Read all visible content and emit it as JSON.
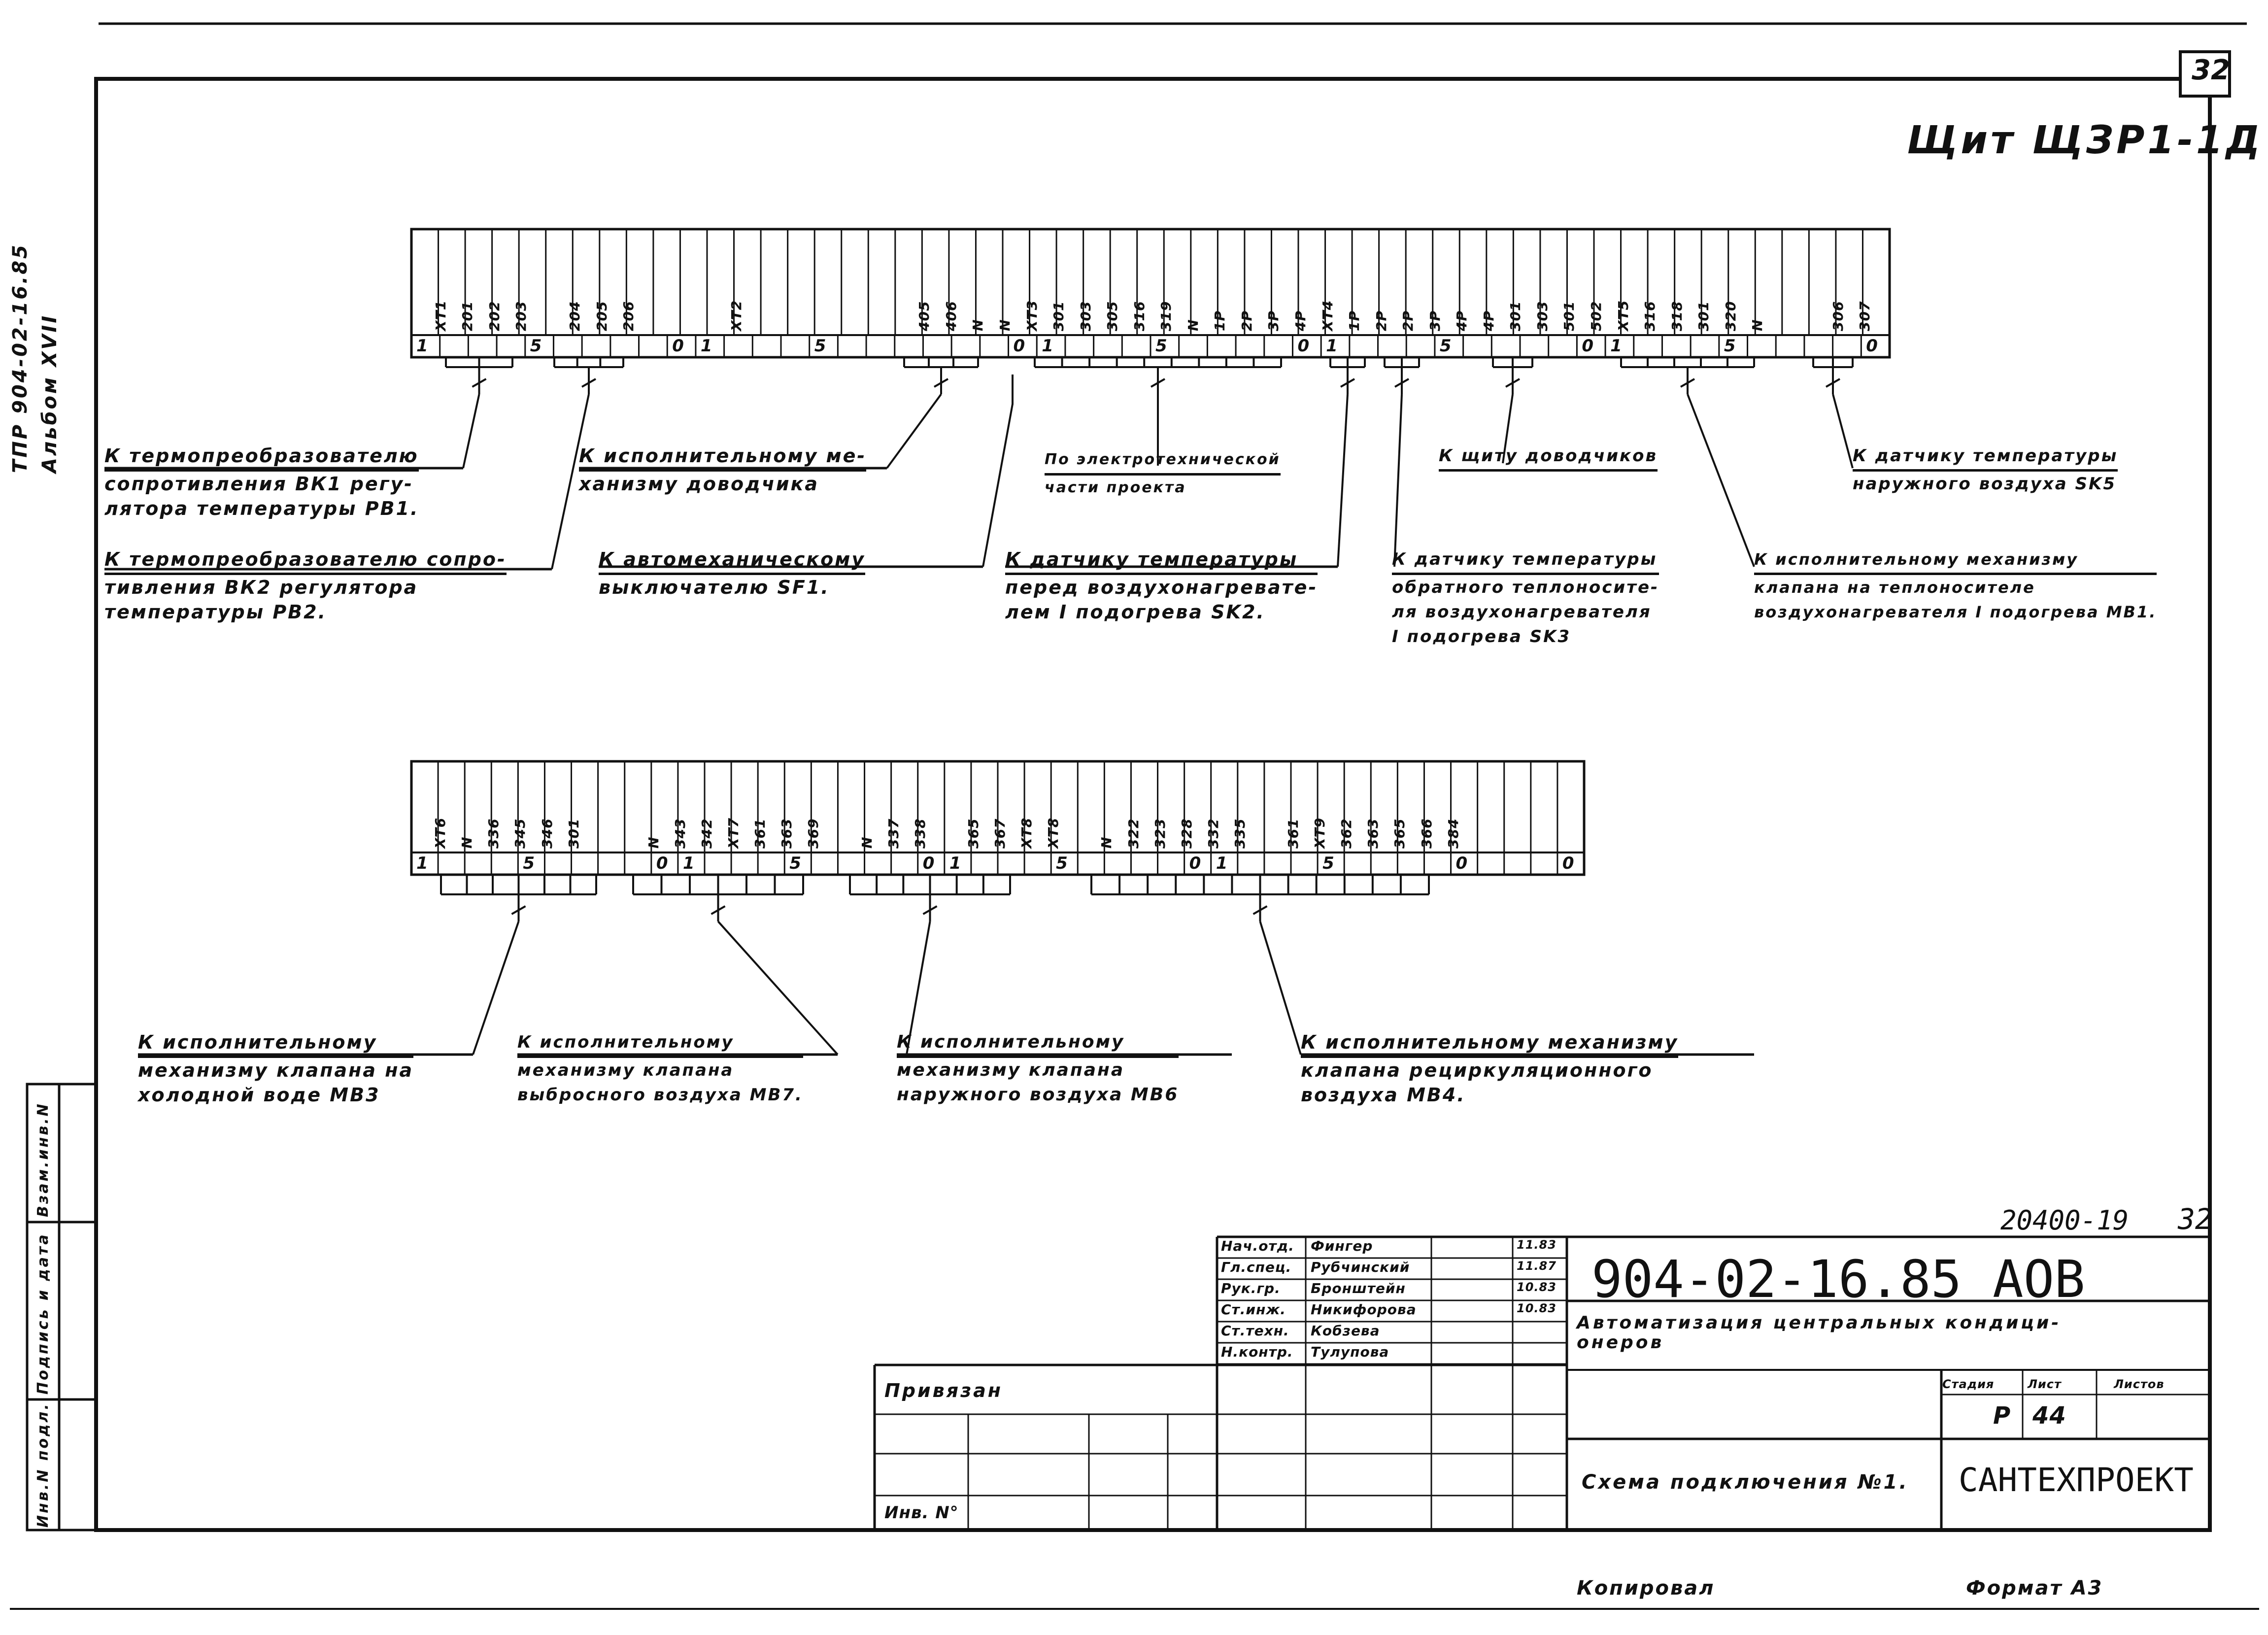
{
  "sheet": {
    "page_no": "32",
    "panel_title": "Щит ЩЗР1-1Д",
    "side_title_1": "ТПР 904-02-16.85",
    "side_title_2": "Альбом XVII",
    "inv_labels": [
      "Инв.N подл.",
      "Подпись и дата",
      "Взам.инв.N"
    ]
  },
  "strip1": {
    "top": [
      "XT1",
      "201",
      "202",
      "203",
      "",
      "204",
      "205",
      "206",
      "",
      "",
      "",
      "XT2",
      "",
      "",
      "",
      "",
      "",
      "",
      "405",
      "406",
      "N",
      "N",
      "XT3",
      "301",
      "303",
      "305",
      "316",
      "319",
      "N",
      "1P",
      "2P",
      "3P",
      "4P",
      "XT4",
      "1P",
      "2P",
      "2P",
      "3P",
      "4P",
      "4P",
      "301",
      "303",
      "501",
      "502",
      "XT5",
      "316",
      "318",
      "301",
      "320",
      "N",
      "",
      "",
      "306",
      "307",
      ""
    ],
    "bottom": [
      "1",
      "",
      "",
      "",
      "5",
      "",
      "",
      "",
      "",
      "0",
      "1",
      "",
      "",
      "",
      "5",
      "",
      "",
      "",
      "",
      "",
      "",
      "0",
      "1",
      "",
      "",
      "",
      "5",
      "",
      "",
      "",
      "",
      "0",
      "1",
      "",
      "",
      "",
      "5",
      "",
      "",
      "",
      "",
      "0",
      "1",
      "",
      "",
      "",
      "5",
      "",
      "",
      "",
      "",
      "0"
    ]
  },
  "strip2": {
    "top": [
      "XT6",
      "N",
      "336",
      "345",
      "346",
      "301",
      "",
      "",
      "N",
      "343",
      "342",
      "XT7",
      "361",
      "363",
      "369",
      "",
      "N",
      "337",
      "338",
      "",
      "365",
      "367",
      "XT8",
      "XT8",
      "",
      "N",
      "322",
      "323",
      "328",
      "332",
      "335",
      "",
      "361",
      "XT9",
      "362",
      "363",
      "365",
      "366",
      "384",
      "",
      "",
      "",
      "",
      ""
    ],
    "bottom": [
      "1",
      "",
      "",
      "",
      "5",
      "",
      "",
      "",
      "",
      "0",
      "1",
      "",
      "",
      "",
      "5",
      "",
      "",
      "",
      "",
      "0",
      "1",
      "",
      "",
      "",
      "5",
      "",
      "",
      "",
      "",
      "0",
      "1",
      "",
      "",
      "",
      "5",
      "",
      "",
      "",
      "",
      "0",
      "",
      "",
      "",
      "0"
    ]
  },
  "notes_top": [
    {
      "lines": [
        "К термопреобразователю",
        "сопротивления ВК1 регу-",
        "лятора температуры РВ1."
      ]
    },
    {
      "lines": [
        "К термопреобразователю сопро-",
        "тивления ВК2 регулятора",
        "температуры РВ2."
      ]
    },
    {
      "lines": [
        "К исполнительному ме-",
        "ханизму доводчика"
      ]
    },
    {
      "lines": [
        "К автомеханическому",
        "выключателю SF1."
      ]
    },
    {
      "lines": [
        "По электротехнической",
        "части проекта"
      ]
    },
    {
      "lines": [
        "К датчику температуры",
        "перед воздухонагревате-",
        "лем I подогрева SK2."
      ]
    },
    {
      "lines": [
        "К щиту доводчиков"
      ]
    },
    {
      "lines": [
        "К датчику температуры",
        "обратного теплоносите-",
        "ля воздухонагревателя",
        "I подогрева SK3"
      ]
    },
    {
      "lines": [
        "К датчику температуры",
        "наружного воздуха SK5"
      ]
    },
    {
      "lines": [
        "К исполнительному механизму",
        "клапана на теплоносителе",
        "воздухонагревателя I подогрева МВ1."
      ]
    }
  ],
  "notes_bottom": [
    {
      "lines": [
        "К исполнительному",
        "механизму клапана на",
        "холодной воде МВ3"
      ]
    },
    {
      "lines": [
        "К исполнительному",
        "механизму клапана",
        "выбросного воздуха МВ7."
      ]
    },
    {
      "lines": [
        "К исполнительному",
        "механизму клапана",
        "наружного воздуха МВ6"
      ]
    },
    {
      "lines": [
        "К исполнительному механизму",
        "клапана рециркуляционного",
        "воздуха МВ4."
      ]
    }
  ],
  "titleblock": {
    "doc_code_small": "20400-19",
    "sheet_small": "32",
    "designation": "904-02-16.85 АОВ",
    "project_title_1": "Автоматизация центральных кондици-",
    "project_title_2": "онеров",
    "drawing_name": "Схема подключения №1.",
    "organization": "САНТЕХПРОЕКТ",
    "stage_label": "Стадия",
    "sheet_label": "Лист",
    "sheets_label": "Листов",
    "stage": "Р",
    "sheet": "44",
    "sheets": "",
    "privyazan": "Привязан",
    "inv_no": "Инв. N°",
    "roles": [
      {
        "role": "Нач.отд.",
        "name": "Фингер",
        "date": "11.83"
      },
      {
        "role": "Гл.спец.",
        "name": "Рубчинский",
        "date": "11.87"
      },
      {
        "role": "Рук.гр.",
        "name": "Бронштейн",
        "date": "10.83"
      },
      {
        "role": "Ст.инж.",
        "name": "Никифорова",
        "date": "10.83"
      },
      {
        "role": "Ст.техн.",
        "name": "Кобзева",
        "date": ""
      },
      {
        "role": "Н.контр.",
        "name": "Тулупова",
        "date": ""
      }
    ],
    "copied": "Копировал",
    "format": "Формат А3"
  }
}
